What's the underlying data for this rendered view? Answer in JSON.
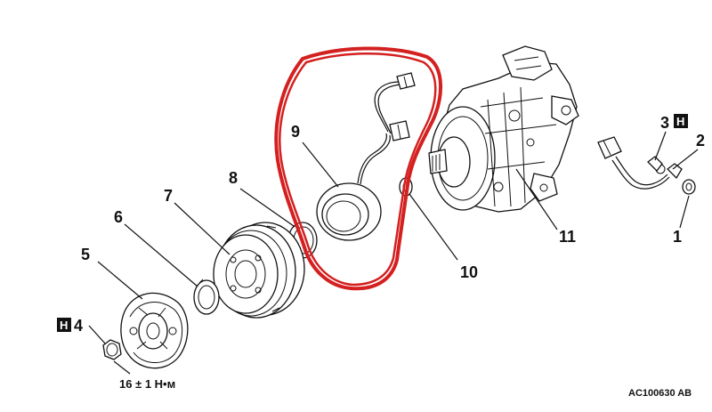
{
  "callouts": {
    "c1": "1",
    "c2": "2",
    "c3": "3",
    "c4": "4",
    "c5": "5",
    "c6": "6",
    "c7": "7",
    "c8": "8",
    "c9": "9",
    "c10": "10",
    "c11": "11"
  },
  "badges": {
    "b3": "H",
    "b4": "H"
  },
  "torque_spec": "16 ± 1 Н•м",
  "reference_code": "AC100630 AB",
  "colors": {
    "highlight": "#d42020",
    "line": "#111111",
    "badge": "#111111"
  }
}
